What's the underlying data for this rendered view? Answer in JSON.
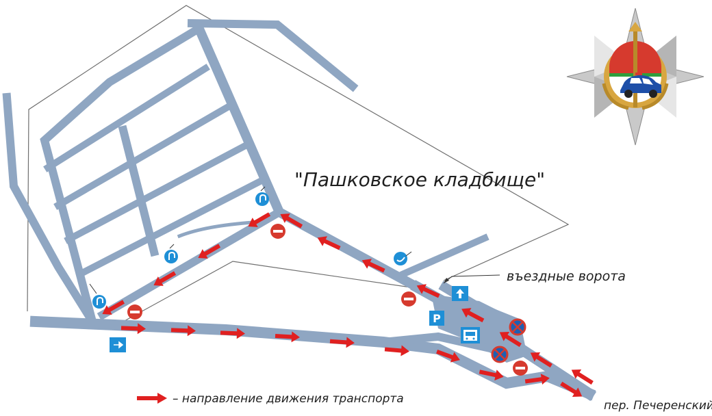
{
  "map": {
    "cemetery_label": "\"Пашковское кладбище\"",
    "gate_label": "въездные ворота",
    "lane_label": "пер. Печеренский",
    "legend_label": "– направление движения транспорта",
    "parking_sign_letter": "P",
    "colors": {
      "road": "#8fa6c2",
      "arrow": "#e02020",
      "sign_blue": "#1e8fd6",
      "sign_red": "#d63a2e",
      "boundary": "#6e6e6e"
    }
  },
  "emblem": {
    "icon": "traffic-police-emblem-icon"
  }
}
